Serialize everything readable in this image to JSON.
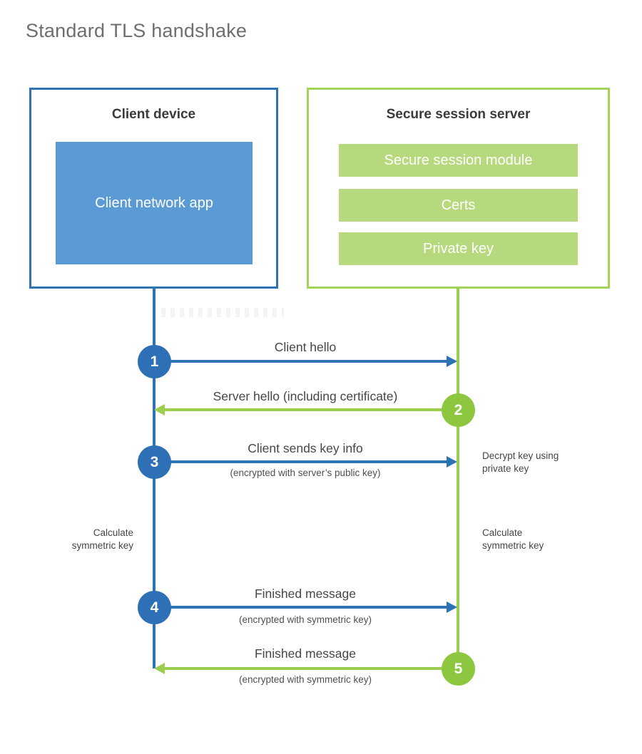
{
  "title": "Standard TLS handshake",
  "colors": {
    "client_border": "#2e74b5",
    "client_fill": "#5b9bd5",
    "client_circle": "#2d70b5",
    "server_border": "#a2d45c",
    "server_fill": "#b7d97e",
    "server_circle": "#8dc63f",
    "server_line": "#9cce4e",
    "text_dark": "#3a3a3a",
    "text_gray": "#464646",
    "title_gray": "#6e6e6e"
  },
  "client": {
    "title": "Client device",
    "app": "Client network app"
  },
  "server": {
    "title": "Secure session server",
    "modules": [
      "Secure session module",
      "Certs",
      "Private key"
    ]
  },
  "messages": [
    {
      "num": "1",
      "label": "Client hello",
      "sublabel": "",
      "direction": "right",
      "from": "client",
      "to": "server"
    },
    {
      "num": "2",
      "label": "Server hello (including certificate)",
      "sublabel": "",
      "direction": "left",
      "from": "server",
      "to": "client"
    },
    {
      "num": "3",
      "label": "Client sends key info",
      "sublabel": "(encrypted with server’s public key)",
      "direction": "right",
      "from": "client",
      "to": "server"
    },
    {
      "num": "4",
      "label": "Finished message",
      "sublabel": "(encrypted with symmetric key)",
      "direction": "right",
      "from": "client",
      "to": "server"
    },
    {
      "num": "5",
      "label": "Finished message",
      "sublabel": "(encrypted with symmetric key)",
      "direction": "left",
      "from": "server",
      "to": "client"
    }
  ],
  "side_notes": {
    "decrypt": "Decrypt key using private key",
    "calc_left": "Calculate symmetric key",
    "calc_right": "Calculate symmetric key"
  }
}
